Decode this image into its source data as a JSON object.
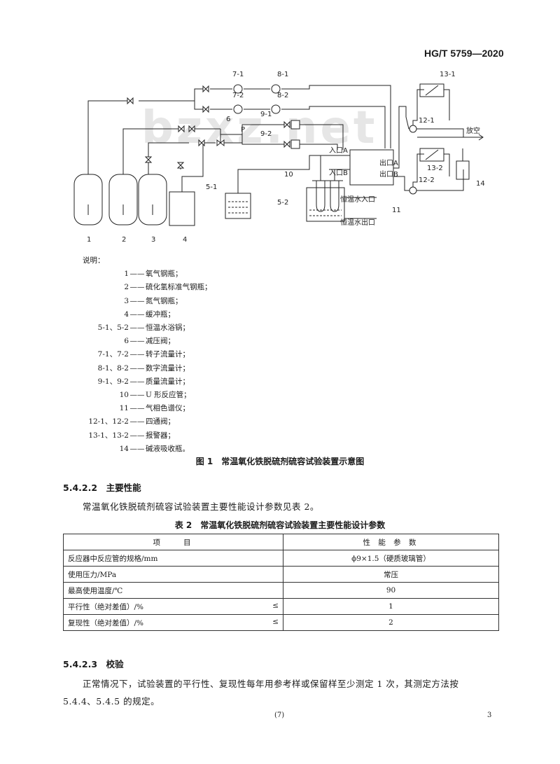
{
  "header": {
    "standard_code": "HG/T 5759—2020"
  },
  "diagram": {
    "labels": {
      "n1": "1",
      "n2": "2",
      "n3": "3",
      "n4": "4",
      "n5_1": "5-1",
      "n5_2": "5-2",
      "n6": "6",
      "n7_1": "7-1",
      "n7_2": "7-2",
      "n8_1": "8-1",
      "n8_2": "8-2",
      "n9_1": "9-1",
      "n9_2": "9-2",
      "n10": "10",
      "n11": "11",
      "n12_1": "12-1",
      "n12_2": "12-2",
      "n13_1": "13-1",
      "n13_2": "13-2",
      "n14": "14",
      "p": "P",
      "inlet_a": "入口A",
      "inlet_b": "入口B",
      "outlet_a": "出口A",
      "outlet_b": "出口B",
      "vent": "放空",
      "water_in": "恒温水入口",
      "water_out": "恒温水出口"
    },
    "watermark": "bzxz.net"
  },
  "legend": {
    "title": "说明：",
    "items": [
      {
        "num": "1",
        "text": "氧气钢瓶；"
      },
      {
        "num": "2",
        "text": "硫化氢标准气钢瓶；"
      },
      {
        "num": "3",
        "text": "氮气钢瓶；"
      },
      {
        "num": "4",
        "text": "缓冲瓶；"
      },
      {
        "num": "5-1、5-2",
        "text": "恒温水浴锅；"
      },
      {
        "num": "6",
        "text": "减压阀；"
      },
      {
        "num": "7-1、7-2",
        "text": "转子流量计；"
      },
      {
        "num": "8-1、8-2",
        "text": "数字流量计；"
      },
      {
        "num": "9-1、9-2",
        "text": "质量流量计；"
      },
      {
        "num": "10",
        "text": "U 形反应管；"
      },
      {
        "num": "11",
        "text": "气相色谱仪；"
      },
      {
        "num": "12-1、12-2",
        "text": "四通阀；"
      },
      {
        "num": "13-1、13-2",
        "text": "报警器；"
      },
      {
        "num": "14",
        "text": "碱液吸收瓶。"
      }
    ]
  },
  "figure_caption": "图 1　常温氧化铁脱硫剂硫容试验装置示意图",
  "section_5422": {
    "number": "5.4.2.2",
    "title": "主要性能"
  },
  "para_5422": "常温氧化铁脱硫剂硫容试验装置主要性能设计参数见表 2。",
  "table_caption": "表 2　常温氧化铁脱硫剂硫容试验装置主要性能设计参数",
  "table": {
    "headers": [
      "项　　目",
      "性 能 参 数"
    ],
    "rows": [
      {
        "item": "反应器中反应管的规格/mm",
        "sym": "",
        "value": "ϕ9×1.5（硬质玻璃管）"
      },
      {
        "item": "使用压力/MPa",
        "sym": "",
        "value": "常压"
      },
      {
        "item": "最高使用温度/℃",
        "sym": "",
        "value": "90"
      },
      {
        "item": "平行性（绝对差值）/%",
        "sym": "≤",
        "value": "1"
      },
      {
        "item": "复现性（绝对差值）/%",
        "sym": "≤",
        "value": "2"
      }
    ]
  },
  "section_5423": {
    "number": "5.4.2.3",
    "title": "校验"
  },
  "para_5423_line1": "正常情况下，试验装置的平行性、复现性每年用参考样或保留样至少测定 1 次，其测定方法按",
  "para_5423_line2": "5.4.4、5.4.5 的规定。",
  "footer": {
    "center": "(7)",
    "page": "3"
  }
}
